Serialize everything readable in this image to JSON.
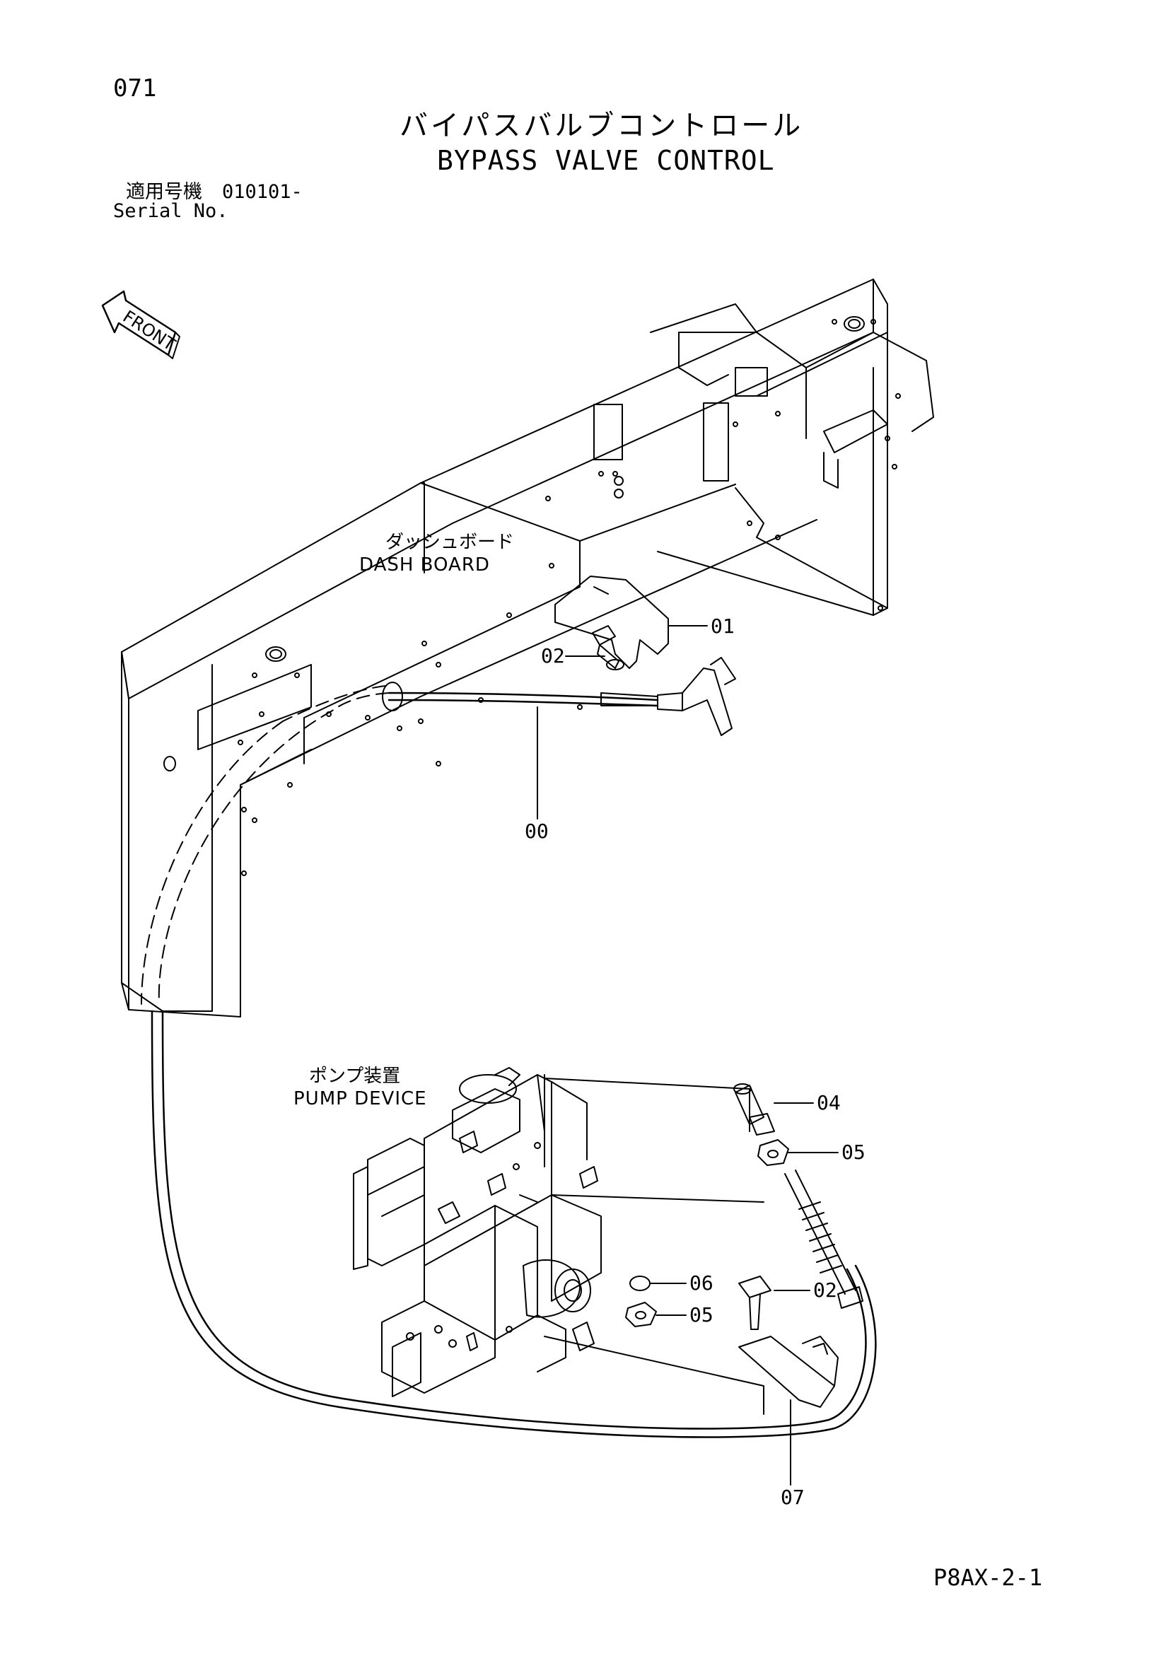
{
  "header": {
    "page_number": "071",
    "title_jp": "バイパスバルブコントロール",
    "title_en": "BYPASS VALVE CONTROL",
    "serial_label_jp": "適用号機",
    "serial_value": "010101-",
    "serial_label_en": "Serial No."
  },
  "orientation": {
    "front_label": "FRONT"
  },
  "assemblies": {
    "dash_board_jp": "ダッシュボード",
    "dash_board_en": "DASH BOARD",
    "pump_device_jp": "ポンプ装置",
    "pump_device_en": "PUMP DEVICE"
  },
  "callouts": {
    "c01": "01",
    "c02_upper": "02",
    "c00": "00",
    "c04": "04",
    "c05_upper": "05",
    "c06": "06",
    "c05_lower": "05",
    "c02_lower": "02",
    "c07": "07"
  },
  "footer": {
    "drawing_code": "P8AX-2-1"
  }
}
